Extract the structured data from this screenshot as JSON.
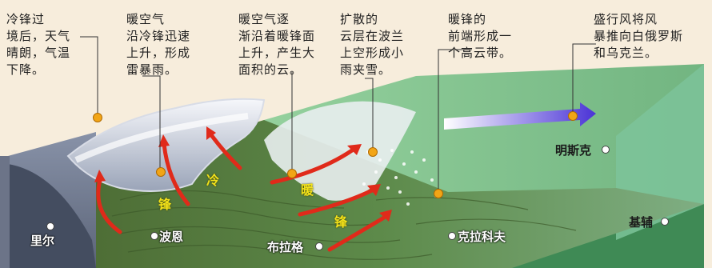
{
  "annotations": [
    {
      "id": "cold-front-after",
      "text": "冷锋过\n境后，天气\n晴朗，气温\n下降。"
    },
    {
      "id": "warm-air-rises-cold-front",
      "text": "暖空气\n沿冷锋迅速\n上升，形成\n雷暴雨。"
    },
    {
      "id": "warm-air-rises-warm-front",
      "text": "暖空气逐\n渐沿着暖锋面\n上升，产生大\n面积的云。"
    },
    {
      "id": "cloud-over-poland",
      "text": "扩散的\n云层在波兰\n上空形成小\n雨夹雪。"
    },
    {
      "id": "warm-front-leading-edge",
      "text": "暖锋的\n前端形成一\n个高云带。"
    },
    {
      "id": "prevailing-wind",
      "text": "盛行风将风\n暴推向白俄罗斯\n和乌克兰。"
    }
  ],
  "cities": [
    {
      "id": "lille",
      "name": "里尔"
    },
    {
      "id": "bonn",
      "name": "波恩"
    },
    {
      "id": "prague",
      "name": "布拉格"
    },
    {
      "id": "krakow",
      "name": "克拉科夫"
    },
    {
      "id": "minsk",
      "name": "明斯克"
    },
    {
      "id": "kiev",
      "name": "基辅"
    }
  ],
  "front_labels": {
    "cold": [
      "冷",
      "锋"
    ],
    "warm": [
      "暖",
      "锋"
    ]
  },
  "colors": {
    "callout": "#f2a516",
    "arrow_red": "#e02a1a",
    "wind_arrow": "#5a3fd8",
    "front_text": "#f3e21a"
  }
}
